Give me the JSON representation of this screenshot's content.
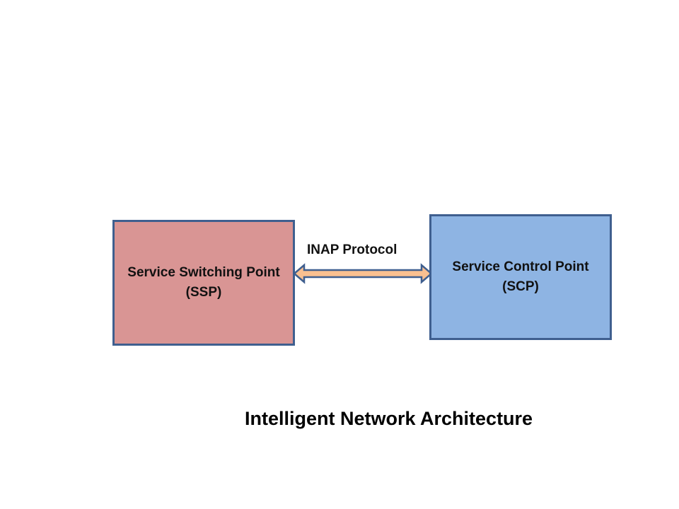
{
  "diagram": {
    "title": "Intelligent Network Architecture",
    "nodes": [
      {
        "id": "ssp",
        "name": "Service Switching Point",
        "abbr": "(SSP)",
        "color": "#d99594"
      },
      {
        "id": "scp",
        "name": "Service Control Point",
        "abbr": "(SCP)",
        "color": "#8eb4e3"
      }
    ],
    "edges": [
      {
        "from": "ssp",
        "to": "scp",
        "label": "INAP Protocol",
        "direction": "bidirectional",
        "color": "#fac090"
      }
    ]
  }
}
